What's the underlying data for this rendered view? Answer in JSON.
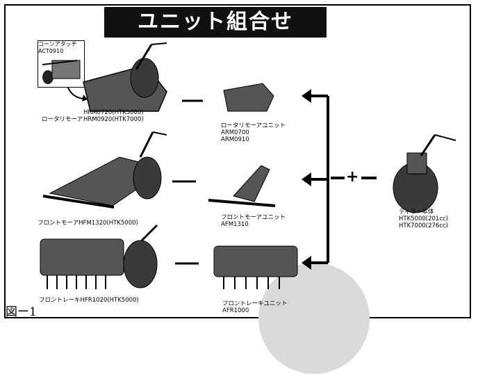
{
  "title": "ユニット組合せ",
  "figure_label": "図ー1",
  "inset": {
    "name": "コーンアタッチ",
    "code": "ACT0910"
  },
  "machines": {
    "rotary_mower": {
      "name": "ロータリモーア",
      "codes": [
        "HRM0720(HTK5000)",
        "HRM0920(HTK7000)"
      ]
    },
    "front_mower": {
      "name": "フロントモーアHFM1320(HTK5000)"
    },
    "front_rake": {
      "name": "フロントレーキHFR1020(HTK5000)"
    }
  },
  "units": {
    "rotary_mower_unit": {
      "name": "ロータリモーアユニット",
      "codes": [
        "ARM0700",
        "ARM0910"
      ]
    },
    "front_mower_unit": {
      "name": "フロントモーアユニット",
      "code": "AFM1310"
    },
    "front_rake_unit": {
      "name": "フロントレーキユニット",
      "code": "AFR1000"
    }
  },
  "tiller": {
    "name": "ティラー本体",
    "models": [
      "HTK5000(201cc)",
      "HTK7000(276cc)"
    ]
  },
  "connector_symbol": "+"
}
